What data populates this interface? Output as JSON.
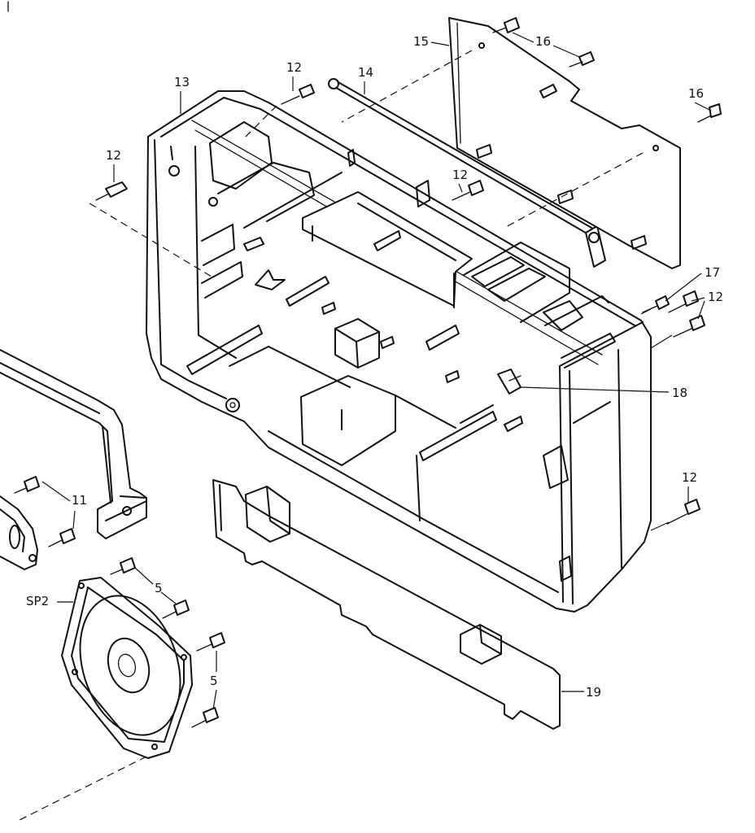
{
  "labels": {
    "p13": "13",
    "p12a": "12",
    "p14": "14",
    "p15": "15",
    "p16a": "16",
    "p16b": "16",
    "p12b": "12",
    "p12c": "12",
    "p17": "17",
    "p12d": "12",
    "p18": "18",
    "p12e": "12",
    "p11": "11",
    "p5a": "5",
    "sp2": "SP2",
    "p5b": "5",
    "p19": "19"
  }
}
